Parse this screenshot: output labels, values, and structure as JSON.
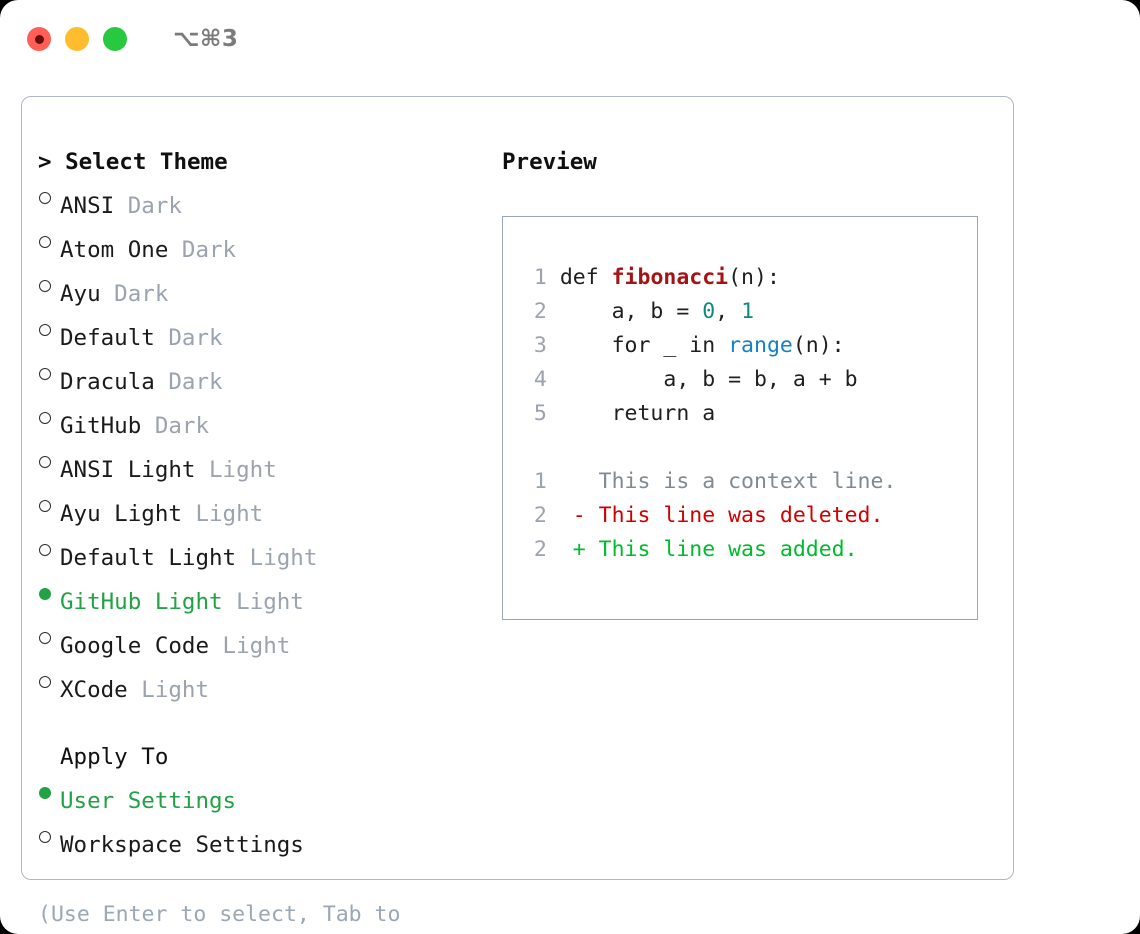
{
  "titlebar": {
    "lights": [
      {
        "name": "close-button",
        "color": "#ff5f57",
        "recording": true
      },
      {
        "name": "minimize-button",
        "color": "#ffbd2e",
        "recording": false
      },
      {
        "name": "maximize-button",
        "color": "#28c840",
        "recording": false
      }
    ],
    "shortcut": "⌥⌘3"
  },
  "theme_section": {
    "header": "> Select Theme",
    "items": [
      {
        "name": "ANSI",
        "tag": "Dark",
        "selected": false
      },
      {
        "name": "Atom One",
        "tag": "Dark",
        "selected": false
      },
      {
        "name": "Ayu",
        "tag": "Dark",
        "selected": false
      },
      {
        "name": "Default",
        "tag": "Dark",
        "selected": false
      },
      {
        "name": "Dracula",
        "tag": "Dark",
        "selected": false
      },
      {
        "name": "GitHub",
        "tag": "Dark",
        "selected": false
      },
      {
        "name": "ANSI Light",
        "tag": "Light",
        "selected": false
      },
      {
        "name": "Ayu Light",
        "tag": "Light",
        "selected": false
      },
      {
        "name": "Default Light",
        "tag": "Light",
        "selected": false
      },
      {
        "name": "GitHub Light",
        "tag": "Light",
        "selected": true
      },
      {
        "name": "Google Code",
        "tag": "Light",
        "selected": false
      },
      {
        "name": "XCode",
        "tag": "Light",
        "selected": false
      }
    ]
  },
  "apply_section": {
    "header": "Apply To",
    "items": [
      {
        "name": "User Settings",
        "selected": true
      },
      {
        "name": "Workspace Settings",
        "selected": false
      }
    ]
  },
  "hint": "(Use Enter to select, Tab to change focus)",
  "preview": {
    "title": "Preview",
    "code_lines": [
      {
        "num": "1",
        "tokens": [
          {
            "text": "def ",
            "type": "plain"
          },
          {
            "text": "fibonacci",
            "type": "fn"
          },
          {
            "text": "(n):",
            "type": "plain"
          }
        ]
      },
      {
        "num": "2",
        "tokens": [
          {
            "text": "    a, b = ",
            "type": "plain"
          },
          {
            "text": "0",
            "type": "num"
          },
          {
            "text": ", ",
            "type": "plain"
          },
          {
            "text": "1",
            "type": "num"
          }
        ]
      },
      {
        "num": "3",
        "tokens": [
          {
            "text": "    for _ in ",
            "type": "plain"
          },
          {
            "text": "range",
            "type": "call"
          },
          {
            "text": "(n):",
            "type": "plain"
          }
        ]
      },
      {
        "num": "4",
        "tokens": [
          {
            "text": "        a, b = b, a + b",
            "type": "plain"
          }
        ]
      },
      {
        "num": "5",
        "tokens": [
          {
            "text": "    return a",
            "type": "plain"
          }
        ]
      }
    ],
    "diff_lines": [
      {
        "num": "1",
        "marker": " ",
        "text": "This is a context line.",
        "kind": "ctx"
      },
      {
        "num": "2",
        "marker": "-",
        "text": "This line was deleted.",
        "kind": "del"
      },
      {
        "num": "2",
        "marker": "+",
        "text": "This line was added.",
        "kind": "add"
      }
    ]
  },
  "colors": {
    "accent_green": "#22a145",
    "muted": "#9aa3ae",
    "border": "#aeb8c4",
    "code_fn": "#a31515",
    "code_num": "#0b8b84",
    "code_call": "#1482c4",
    "diff_add": "#00bb2d",
    "diff_del": "#d00000"
  }
}
